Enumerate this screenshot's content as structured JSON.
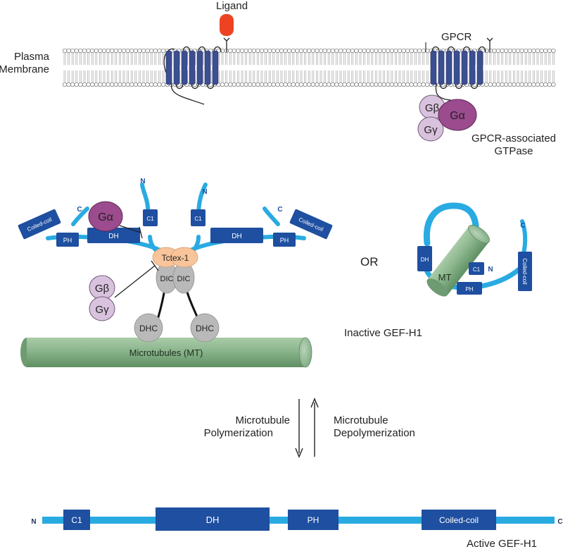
{
  "membrane": {
    "label_line1": "Plasma",
    "label_line2": "Membrane",
    "ligand_label": "Ligand",
    "gpcr_label": "GPCR",
    "gtpase_line1": "GPCR-associated",
    "gtpase_line2": "GTPase",
    "g_beta": "Gβ",
    "g_gamma": "Gγ",
    "g_alpha": "Gα"
  },
  "inactive_dimer": {
    "g_alpha": "Gα",
    "g_beta": "Gβ",
    "g_gamma": "Gγ",
    "n_left": "N",
    "n_right": "N",
    "c_left": "C",
    "c_right": "C",
    "c1_left": "C1",
    "c1_right": "C1",
    "coiled_left": "Coiled-coil",
    "coiled_right": "Coiled-coil",
    "ph_left": "PH",
    "ph_right": "PH",
    "dh_left": "DH",
    "dh_right": "DH",
    "tctex": "Tctex-1",
    "dic_left": "DIC",
    "dic_right": "DIC",
    "dhc_left": "DHC",
    "dhc_right": "DHC",
    "microtubule": "Microtubules (MT)"
  },
  "or_label": "OR",
  "inactive_single": {
    "dh": "DH",
    "mt": "MT",
    "c1": "C1",
    "n": "N",
    "coiled": "Coiled-coil",
    "c": "C",
    "ph": "PH"
  },
  "inactive_label": "Inactive GEF-H1",
  "transition": {
    "left_line1": "Microtubule",
    "left_line2": "Polymerization",
    "right_line1": "Microtubule",
    "right_line2": "Depolymerization"
  },
  "active": {
    "n": "N",
    "c1": "C1",
    "dh": "DH",
    "ph": "PH",
    "coiled": "Coiled-coil",
    "c": "C",
    "label": "Active GEF-H1"
  },
  "colors": {
    "linker": "#29ABE2",
    "domain": "#1E4FA0",
    "membrane_protein": "#3B4F91",
    "ligand": "#EE4323",
    "g_alpha": "#9B4B8E",
    "g_beta_gamma": "#D9C2DE",
    "tctex": "#F9C49A",
    "dynein": "#B9B9B9",
    "microtubule": "#8CB58F"
  }
}
